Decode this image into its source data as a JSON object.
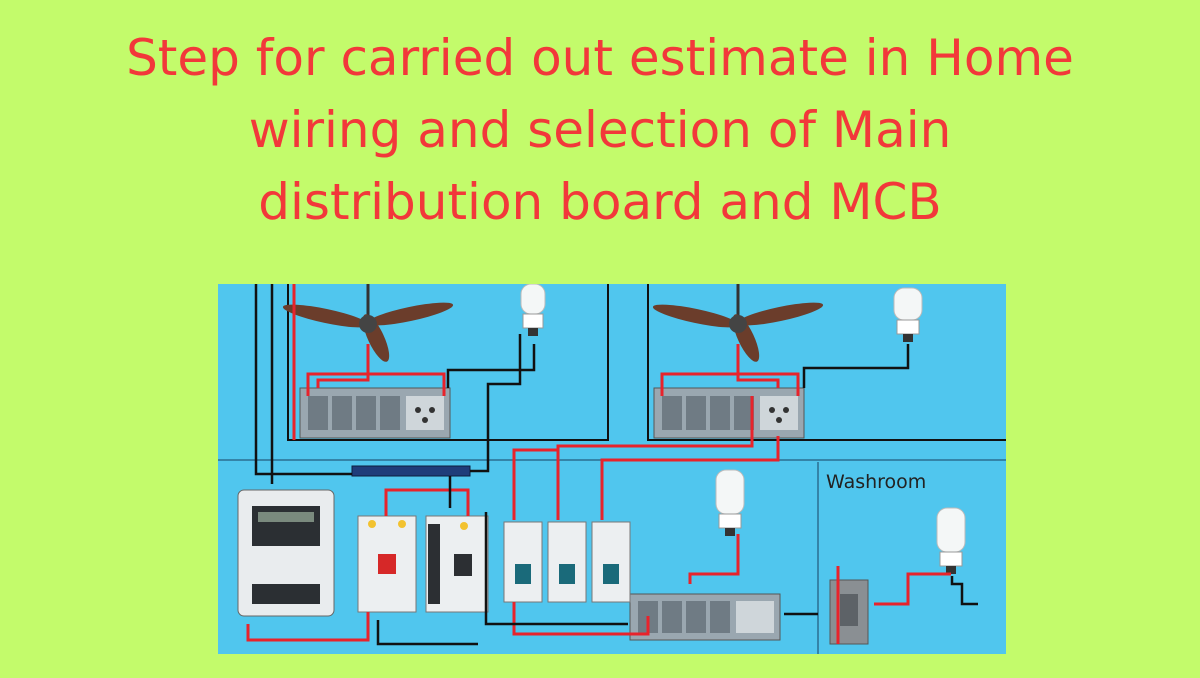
{
  "title": {
    "line1": "Step for carried out estimate in Home",
    "line2": "wiring and selection of  Main",
    "line3": "distribution board and MCB"
  },
  "diagram": {
    "room_label": "Washroom"
  },
  "colors": {
    "background": "#c3fb6b",
    "title": "#f2383a",
    "diagram_background": "#50c6ee",
    "live_wire": "#e8232b",
    "neutral_wire": "#111111"
  }
}
